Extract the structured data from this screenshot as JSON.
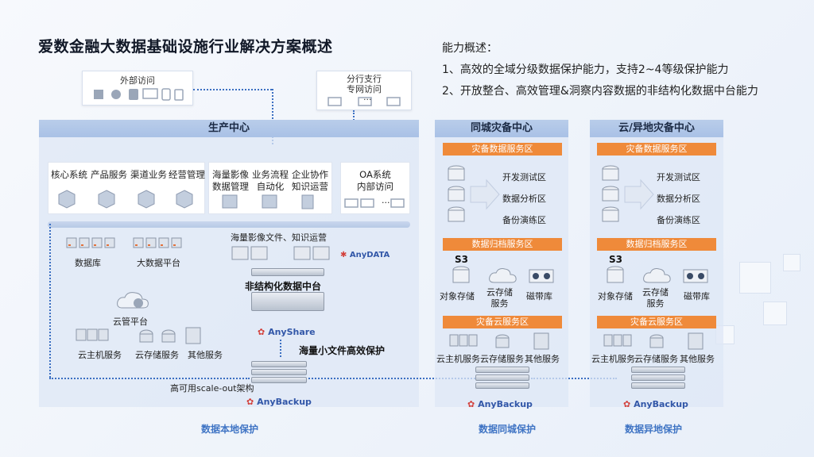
{
  "title": "爱数金融大数据基础设施行业解决方案概述",
  "capability": {
    "heading": "能力概述：",
    "items": [
      "1、高效的全域分级数据保护能力，支持2~4等级保护能力",
      "2、开放整合、高效管理&洞察内容数据的非结构化数据中台能力"
    ]
  },
  "access": {
    "external": "外部访问",
    "branch_line1": "分行支行",
    "branch_line2": "专网访问",
    "ellipsis": "..."
  },
  "production": {
    "header": "生产中心",
    "core_cards": [
      "核心系统",
      "产品服务",
      "渠道业务",
      "经营管理"
    ],
    "mid_cards": [
      {
        "l1": "海量影像",
        "l2": "数据管理"
      },
      {
        "l1": "业务流程",
        "l2": "自动化"
      },
      {
        "l1": "企业协作",
        "l2": "知识运营"
      }
    ],
    "oa_line1": "OA系统",
    "oa_line2": "内部访问",
    "oa_ellipsis": "...",
    "database": "数据库",
    "bigdata": "大数据平台",
    "mass_files": "海量影像文件、知识运营",
    "anydata": "AnyDATA",
    "unstructured": "非结构化数据中台",
    "cloud_platform": "云管平台",
    "cloud_host": "云主机服务",
    "cloud_storage": "云存储服务",
    "other": "其他服务",
    "anyshare": "AnyShare",
    "small_file": "海量小文件高效保护",
    "scaleout": "高可用scale-out架构",
    "anybackup": "AnyBackup",
    "footer": "数据本地保护"
  },
  "dr_same": {
    "header": "同城灾备中心",
    "svc": "灾备数据服务区",
    "zones": [
      "开发测试区",
      "数据分析区",
      "备份演练区"
    ],
    "archive": "数据归档服务区",
    "s3": "S3",
    "obj": "对象存储",
    "cloud_storage_l1": "云存储",
    "cloud_storage_l2": "服务",
    "tape": "磁带库",
    "cloud_svc": "灾备云服务区",
    "cloud_host": "云主机服务",
    "cloud_storage": "云存储服务",
    "other": "其他服务",
    "anybackup": "AnyBackup",
    "footer": "数据同城保护"
  },
  "dr_remote": {
    "header": "云/异地灾备中心",
    "svc": "灾备数据服务区",
    "zones": [
      "开发测试区",
      "数据分析区",
      "备份演练区"
    ],
    "archive": "数据归档服务区",
    "s3": "S3",
    "obj": "对象存储",
    "cloud_storage_l1": "云存储",
    "cloud_storage_l2": "服务",
    "tape": "磁带库",
    "cloud_svc": "灾备云服务区",
    "cloud_host": "云主机服务",
    "cloud_storage": "云存储服务",
    "other": "其他服务",
    "anybackup": "AnyBackup",
    "footer": "数据异地保护"
  },
  "colors": {
    "accent": "#3f74c4",
    "orange": "#ef8a3a",
    "region": "#dde7f6",
    "header": "#b0c6e8"
  }
}
